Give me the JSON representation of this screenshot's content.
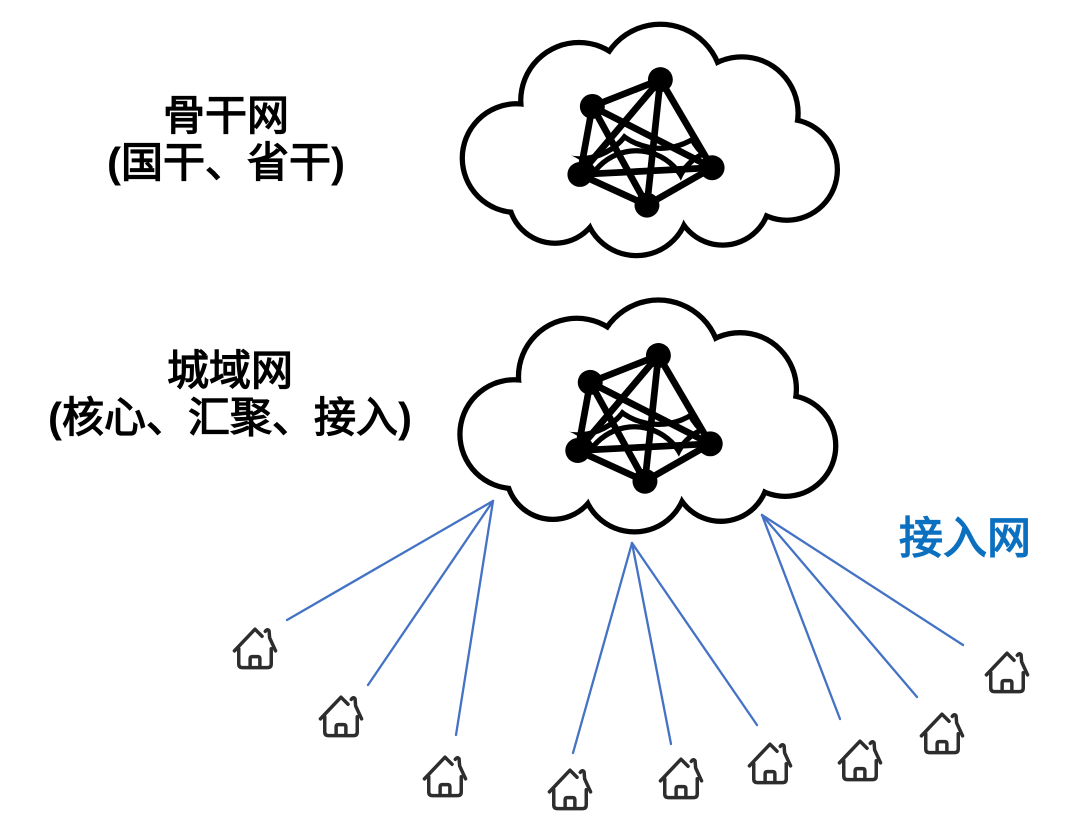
{
  "labels": {
    "backbone": {
      "line1": "骨干网",
      "line2": "(国干、省干)"
    },
    "metro": {
      "line1": "城域网",
      "line2": "(核心、汇聚、接入)"
    },
    "access": "接入网"
  },
  "colors": {
    "background": "#FFFFFF",
    "cloud_outline": "#000000",
    "mesh": "#000000",
    "access_lines": "#4472C4",
    "access_label": "#0B70C0",
    "house_outline": "#2D2D2D"
  },
  "icons": {
    "cloud": "cloud-shape",
    "mesh": "full-mesh-5-nodes",
    "house": "house-icon"
  },
  "structure": {
    "cloud_count": 2,
    "mesh_nodes_per_cloud": 5,
    "mesh_edges_per_cloud": 10,
    "house_count": 9,
    "access_line_count": 9,
    "access_fan_origins": 3
  }
}
